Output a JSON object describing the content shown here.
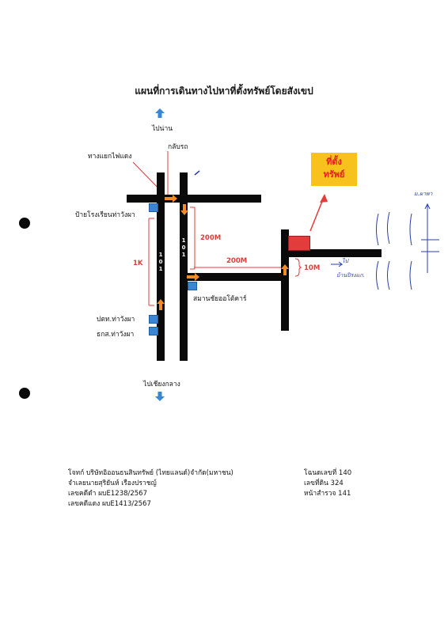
{
  "title": "แผนที่การเดินทางไปหาที่ตั้งทรัพย์โดยสังเขป",
  "labels": {
    "to_pa_nan": "ไปน่าน",
    "u_turn": "กลับรถ",
    "traffic_light": "ทางแยกไฟแดง",
    "school_sign": "ป้ายโรงเรียนท่าวังผา",
    "post_office": "ปตท.ท่าวังผา",
    "baac": "ธกส.ท่าวังผา",
    "to_chiang_klang": "ไปเชียงกลาง",
    "auto_shop": "สมานชัยออโต้คาร์",
    "highway_num": "1\n0\n1",
    "highway_num_2": "1\n0\n1"
  },
  "distances": {
    "d_200m_vertical": "200M",
    "d_200m_horizontal": "200M",
    "d_10m": "10M",
    "d_1k": "1K"
  },
  "property_label": "ที่ตั้ง\nทรัพย์",
  "footer_left": [
    "โจทก์ บริษัทอิออนธนสินทรัพย์ (ไทยแลนด์)จำกัด(มหาชน)",
    "จำเลยนายสุริยันห์ เรืองปราชญ์",
    "เลขคดีดำ ผบE1238/2567",
    "เลขคดีแดง ผบE1413/2567"
  ],
  "footer_right": [
    "โฉนดเลขที่ 140",
    "เลขที่ดิน 324",
    "หน้าสำรวจ 141"
  ],
  "handwritten": {
    "note_top": "ม.ผาพา",
    "note_right": "ไป",
    "note_bottom": "บ้านปิรงแก."
  },
  "colors": {
    "road": "#0a0a0a",
    "accent_red": "#e23c3c",
    "marker_blue": "#3a85d4",
    "direction_orange": "#f28c28",
    "property_box": "#f7c21b"
  }
}
